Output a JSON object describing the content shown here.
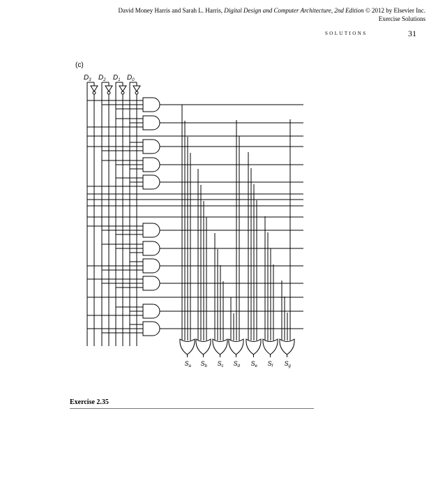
{
  "header": {
    "authors": "David Money Harris and Sarah L. Harris, ",
    "book_title": "Digital Design and Computer Architecture, 2nd Edition",
    "copyright": " © 2012 by Elsevier Inc.",
    "subtitle": "Exercise Solutions",
    "section": "SOLUTIONS",
    "page_number": "31"
  },
  "figure": {
    "part_label": "(c)",
    "inputs": [
      {
        "name": "D",
        "sub": "3"
      },
      {
        "name": "D",
        "sub": "2"
      },
      {
        "name": "D",
        "sub": "1"
      },
      {
        "name": "D",
        "sub": "0"
      }
    ],
    "outputs": [
      {
        "name": "S",
        "sub": "a"
      },
      {
        "name": "S",
        "sub": "b"
      },
      {
        "name": "S",
        "sub": "c"
      },
      {
        "name": "S",
        "sub": "d"
      },
      {
        "name": "S",
        "sub": "e"
      },
      {
        "name": "S",
        "sub": "f"
      },
      {
        "name": "S",
        "sub": "g"
      }
    ]
  },
  "footer": {
    "exercise_title": "Exercise 2.35"
  }
}
